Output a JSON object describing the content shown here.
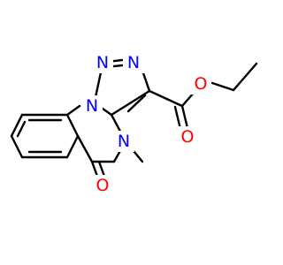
{
  "molecule": {
    "atoms": {
      "n1": "N",
      "n2": "N",
      "n3": "N",
      "n4": "N",
      "o_ester_single": "O",
      "o_ester_double": "O",
      "o_lactam": "O"
    }
  },
  "colors": {
    "bond": "#000000",
    "nitrogen": "#0000ff",
    "oxygen": "#ff0000",
    "background": "#ffffff"
  }
}
